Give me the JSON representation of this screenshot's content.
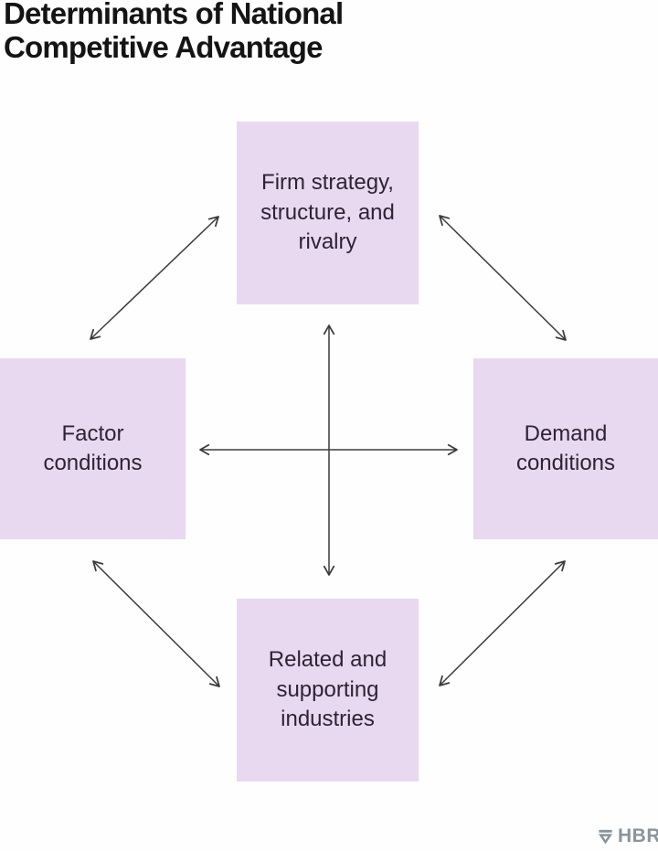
{
  "title": "Determinants of National\nCompetitive Advantage",
  "nodes": {
    "top": {
      "label": "Firm strategy,\nstructure, and\nrivalry"
    },
    "left": {
      "label": "Factor\nconditions"
    },
    "right": {
      "label": "Demand\nconditions"
    },
    "bottom": {
      "label": "Related and\nsupporting\nindustries"
    }
  },
  "connectors": [
    "top-left-double-arrow",
    "top-right-double-arrow",
    "bottom-left-double-arrow",
    "bottom-right-double-arrow",
    "vertical-double-arrow",
    "horizontal-double-arrow"
  ],
  "logo": {
    "text": "HBR",
    "icon": "hbr-shield-icon"
  },
  "colors": {
    "background": "#fefefe",
    "node_fill": "#e8d9f0",
    "node_text": "#2e2333",
    "title_text": "#141414",
    "arrow": "#3b3b3b",
    "logo": "#8b949b"
  }
}
